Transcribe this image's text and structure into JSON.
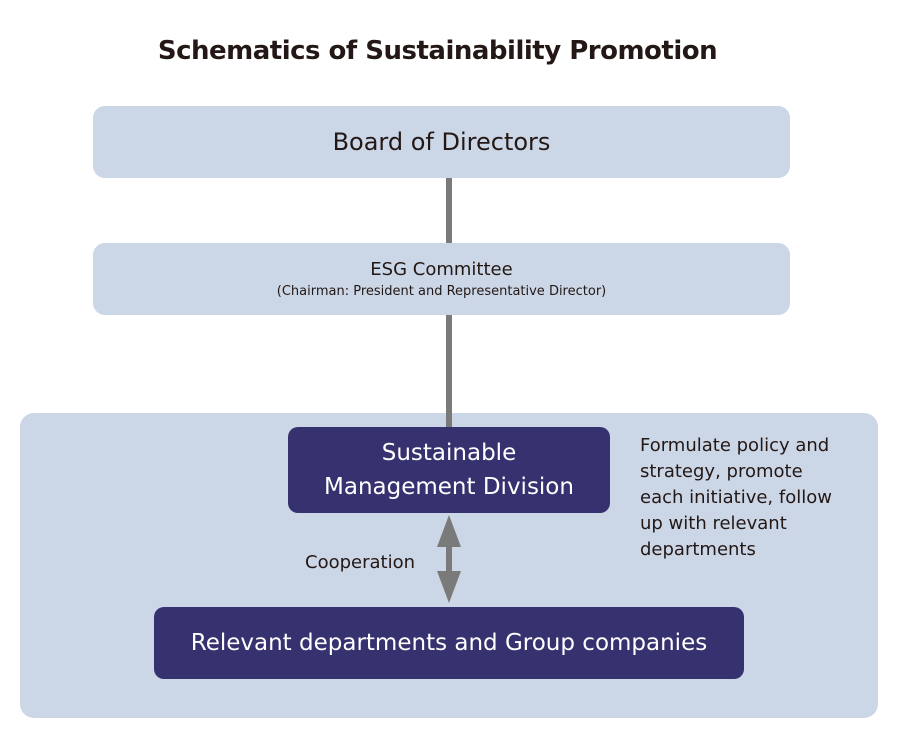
{
  "title": "Schematics of Sustainability Promotion",
  "board": "Board of Directors",
  "esg": {
    "name": "ESG Committee",
    "chair": "(Chairman: President and Representative Director)"
  },
  "smd": {
    "line1": "Sustainable",
    "line2": "Management Division"
  },
  "description": [
    "Formulate policy and",
    "strategy, promote",
    "each initiative, follow",
    "up with relevant",
    "departments"
  ],
  "cooperation": "Cooperation",
  "relevant": "Relevant departments and Group companies"
}
